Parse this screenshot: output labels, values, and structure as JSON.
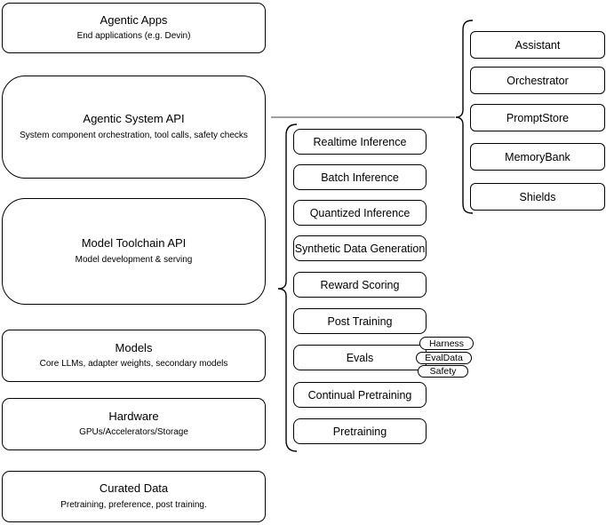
{
  "diagram": {
    "left_stack": [
      {
        "title": "Agentic Apps",
        "subtitle": "End applications (e.g. Devin)"
      },
      {
        "title": "Agentic System API",
        "subtitle": "System component orchestration, tool calls, safety checks"
      },
      {
        "title": "Model Toolchain API",
        "subtitle": "Model development & serving"
      },
      {
        "title": "Models",
        "subtitle": "Core LLMs, adapter weights, secondary models"
      },
      {
        "title": "Hardware",
        "subtitle": "GPUs/Accelerators/Storage"
      },
      {
        "title": "Curated Data",
        "subtitle": "Pretraining, preference, post training."
      }
    ],
    "toolchain_items": [
      "Realtime Inference",
      "Batch Inference",
      "Quantized Inference",
      "Synthetic Data Generation",
      "Reward Scoring",
      "Post Training",
      "Evals",
      "Continual Pretraining",
      "Pretraining"
    ],
    "eval_tags": [
      "Harness",
      "EvalData",
      "Safety"
    ],
    "system_components": [
      "Assistant",
      "Orchestrator",
      "PromptStore",
      "MemoryBank",
      "Shields"
    ],
    "colors": {
      "stroke": "#000000",
      "background": "#ffffff",
      "connector": "#808080"
    }
  }
}
